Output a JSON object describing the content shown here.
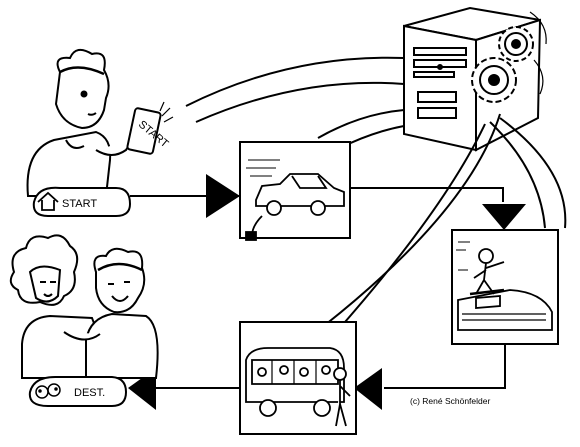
{
  "start": {
    "label": "START"
  },
  "destination": {
    "label": "DEST."
  },
  "phone_screen": {
    "text": "START"
  },
  "copyright": {
    "text": "(c) René Schönfelder"
  },
  "icons": {
    "start": "house-icon",
    "destination": "people-icon",
    "server": "server-tower-icon",
    "car": "electric-car-icon",
    "train": "train-icon",
    "bus": "bus-icon"
  }
}
